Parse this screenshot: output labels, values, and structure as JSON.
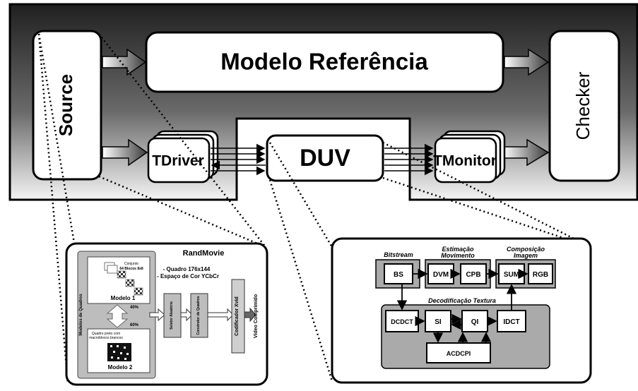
{
  "main": {
    "source": "Source",
    "modelo": "Modelo Referência",
    "checker": "Checker",
    "tdriver": "TDriver",
    "duv": "DUV",
    "tmonitor": "TMonitor"
  },
  "randmovie": {
    "title": "RandMovie",
    "conjunto_line1": "Conjunto",
    "conjunto_line2": "64 Blocos 8x8",
    "modelo1": "Modelo 1",
    "pct_top": "40%",
    "pct_bottom": "60%",
    "quadro_line1": "Quadro preto com",
    "quadro_line2": "macroblocos brancos",
    "modelo2": "Modelo 2",
    "modelos_label": "Modelos de Quadros",
    "spec_line1": "- Quadro  176x144",
    "spec_line2": "- Espaço de Cor  YCbCr",
    "seletor": "Seletor Aleatório",
    "construtor": "Construtor de Quadros",
    "codificador": "Codificador Xvid",
    "video": "Vídeo Comprimido"
  },
  "duv_detail": {
    "bitstream": "Bitstream",
    "estimacao_line1": "Estimação",
    "estimacao_line2": "Movimento",
    "composicao_line1": "Composição",
    "composicao_line2": "Imagem",
    "decodificacao": "Decodificação Textura",
    "blocks": {
      "bs": "BS",
      "dvm": "DVM",
      "cpb": "CPB",
      "sum": "SUM",
      "rgb": "RGB",
      "dcdct": "DCDCT",
      "si": "SI",
      "qi": "QI",
      "idct": "IDCT",
      "acdcpi": "ACDCPI"
    }
  }
}
